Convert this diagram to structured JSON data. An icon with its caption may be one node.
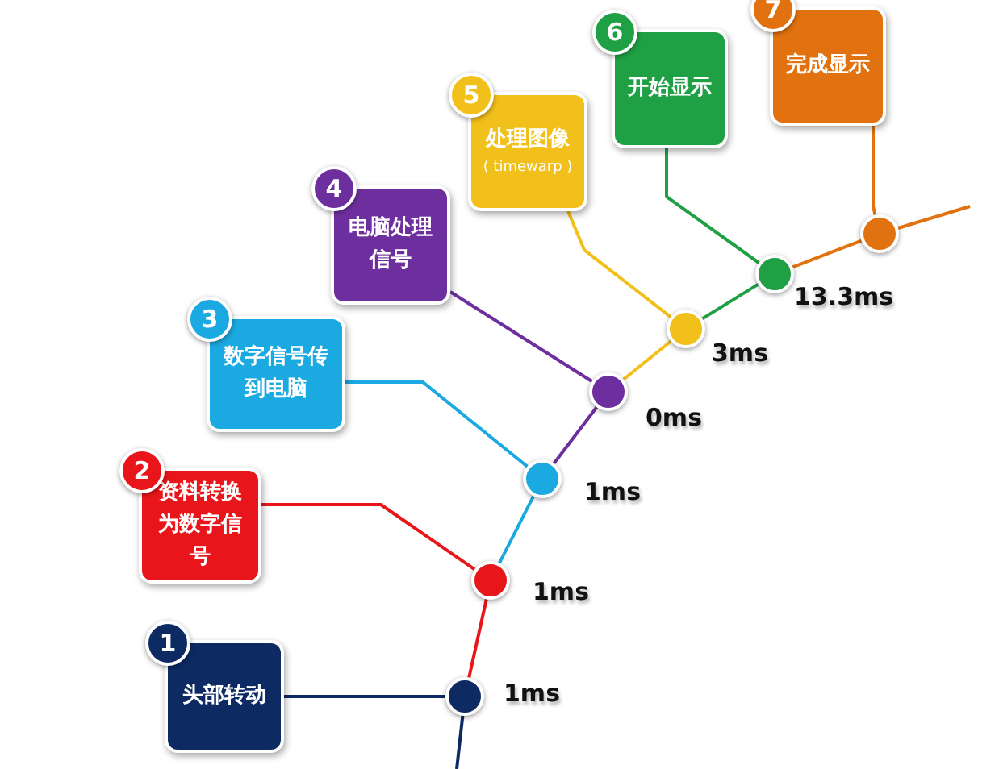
{
  "diagram": {
    "nodes": [
      {
        "text": [
          "1",
          "头部转动"
        ]
      },
      {
        "text": [
          "2",
          "资料转换为数字信号"
        ]
      },
      {
        "text": [
          "3",
          "数字信号传到电脑"
        ]
      },
      {
        "text": [
          "4",
          "电脑处理信号"
        ]
      },
      {
        "text": [
          "5",
          "处理图像",
          "( timewarp )"
        ]
      },
      {
        "text": [
          "6",
          "开始显示"
        ]
      },
      {
        "text": [
          "7",
          "完成显示"
        ]
      },
      {
        "text": [],
        "shape": "circle",
        "beside": [
          "1ms"
        ]
      },
      {
        "text": [],
        "shape": "circle",
        "beside": [
          "1ms"
        ]
      },
      {
        "text": [],
        "shape": "circle",
        "beside": [
          "1ms"
        ]
      },
      {
        "text": [],
        "shape": "circle",
        "beside": [
          "0ms"
        ]
      },
      {
        "text": [],
        "shape": "circle",
        "beside": [
          "3ms"
        ]
      },
      {
        "text": [],
        "shape": "circle",
        "beside": [
          "13.3ms"
        ]
      },
      {
        "text": [],
        "shape": "circle"
      }
    ],
    "edges": [
      {
        "from": 0,
        "to": 7,
        "arrow": "none",
        "color": "#0d2a63"
      },
      {
        "from": 1,
        "to": 8,
        "arrow": "none",
        "color": "#e8161b"
      },
      {
        "from": 2,
        "to": 9,
        "arrow": "none",
        "color": "#1aa9e0"
      },
      {
        "from": 3,
        "to": 10,
        "arrow": "none",
        "color": "#6e2f9e"
      },
      {
        "from": 4,
        "to": 11,
        "arrow": "none",
        "color": "#f2c01a"
      },
      {
        "from": 5,
        "to": 12,
        "arrow": "none",
        "color": "#1fa045"
      },
      {
        "from": 6,
        "to": 13,
        "arrow": "none",
        "color": "#e2720f"
      },
      {
        "from": null,
        "to": 7,
        "arrow": "none",
        "color": "#0d2a63"
      },
      {
        "from": 7,
        "to": 8,
        "arrow": "none",
        "color": "#e8161b"
      },
      {
        "from": 8,
        "to": 9,
        "arrow": "none",
        "color": "#1aa9e0"
      },
      {
        "from": 9,
        "to": 10,
        "arrow": "none",
        "color": "#6e2f9e"
      },
      {
        "from": 10,
        "to": 11,
        "arrow": "none",
        "color": "#f2c01a"
      },
      {
        "from": 11,
        "to": 12,
        "arrow": "none",
        "color": "#1fa045"
      },
      {
        "from": 12,
        "to": 13,
        "arrow": "none",
        "color": "#e2720f"
      },
      {
        "from": 13,
        "to": null,
        "arrow": "none",
        "color": "#e2720f"
      }
    ]
  }
}
